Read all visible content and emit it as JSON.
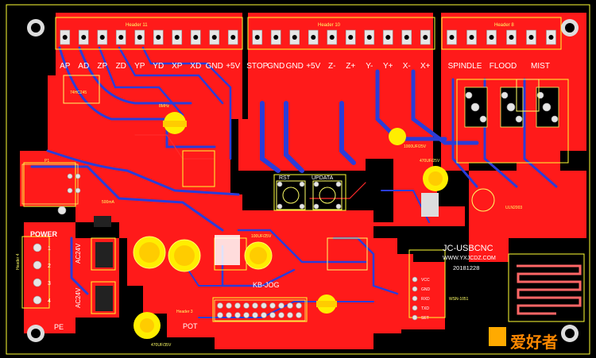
{
  "board": {
    "name": "JC-USBCNC",
    "website": "WWW.YXJCDZ.COM",
    "date": "20181228",
    "watermark": "爱好者",
    "colors": {
      "copper_top": "#ff1a1a",
      "copper_bottom": "#2a3dd9",
      "silkscreen": "#ffff66",
      "background": "#000000",
      "pad": "#e6e6e6"
    }
  },
  "headers": {
    "left": {
      "title": "Header 11",
      "pins": [
        "AP",
        "AD",
        "ZP",
        "ZD",
        "YP",
        "YD",
        "XP",
        "XD",
        "GND",
        "+5V"
      ]
    },
    "middle": {
      "title": "Header 10",
      "pins": [
        "STOP",
        "GND",
        "GND",
        "+5V",
        "Z-",
        "Z+",
        "Y-",
        "Y+",
        "X-",
        "X+"
      ]
    },
    "right": {
      "title": "Header 8",
      "pins": [
        "SPINDLE",
        "FLOOD",
        "MIST"
      ]
    }
  },
  "labels": {
    "power": "POWER",
    "ac24v_top": "AC24V",
    "ac24v_bottom": "AC24V",
    "pe": "PE",
    "pot": "POT",
    "kb_jog": "KB-JOG",
    "rst": "RST",
    "updata": "UPDATA",
    "ic_74hc245": "74HC245",
    "ic_uln2003": "ULN2003",
    "cap_470uf": "470UF/35V",
    "cap_1000uf": "1000UF/25V",
    "cap_100uf": "100UF/25V",
    "cap_470uf_25": "470UF/25V",
    "xtal": "8MHz",
    "fuse": "500mA",
    "wifi": "WSN-1051",
    "usb": "P1",
    "header3": "Header 3",
    "header4": "Header 4"
  },
  "connector_pins": {
    "power_terminal": [
      "1",
      "2",
      "3",
      "4"
    ],
    "wifi_pins": [
      "VCC",
      "GND",
      "RXD",
      "TXD",
      "SET"
    ]
  }
}
